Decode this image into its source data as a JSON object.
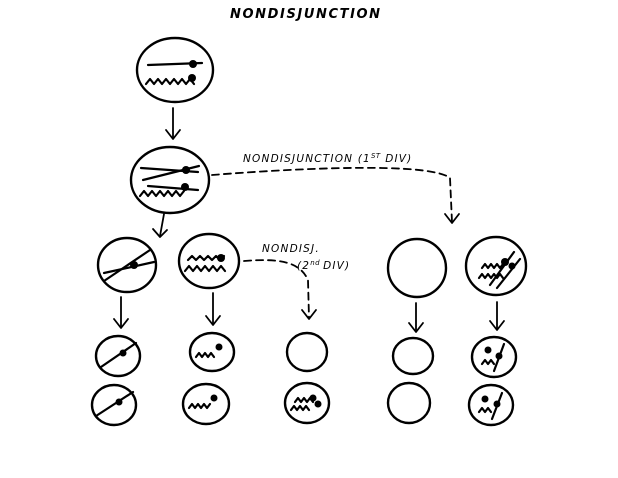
{
  "title": "NONDISJUNCTION",
  "labels": {
    "first_division": {
      "main": "NONDISJUNCTION (1",
      "superscript": "ST",
      "suffix": " DIV)"
    },
    "second_division": {
      "line1": "NONDISJ.",
      "line2_open": "(2",
      "superscript": "nd",
      "line2_close": "DIV)"
    }
  },
  "colors": {
    "ink": "#000000",
    "background": "#ffffff"
  }
}
